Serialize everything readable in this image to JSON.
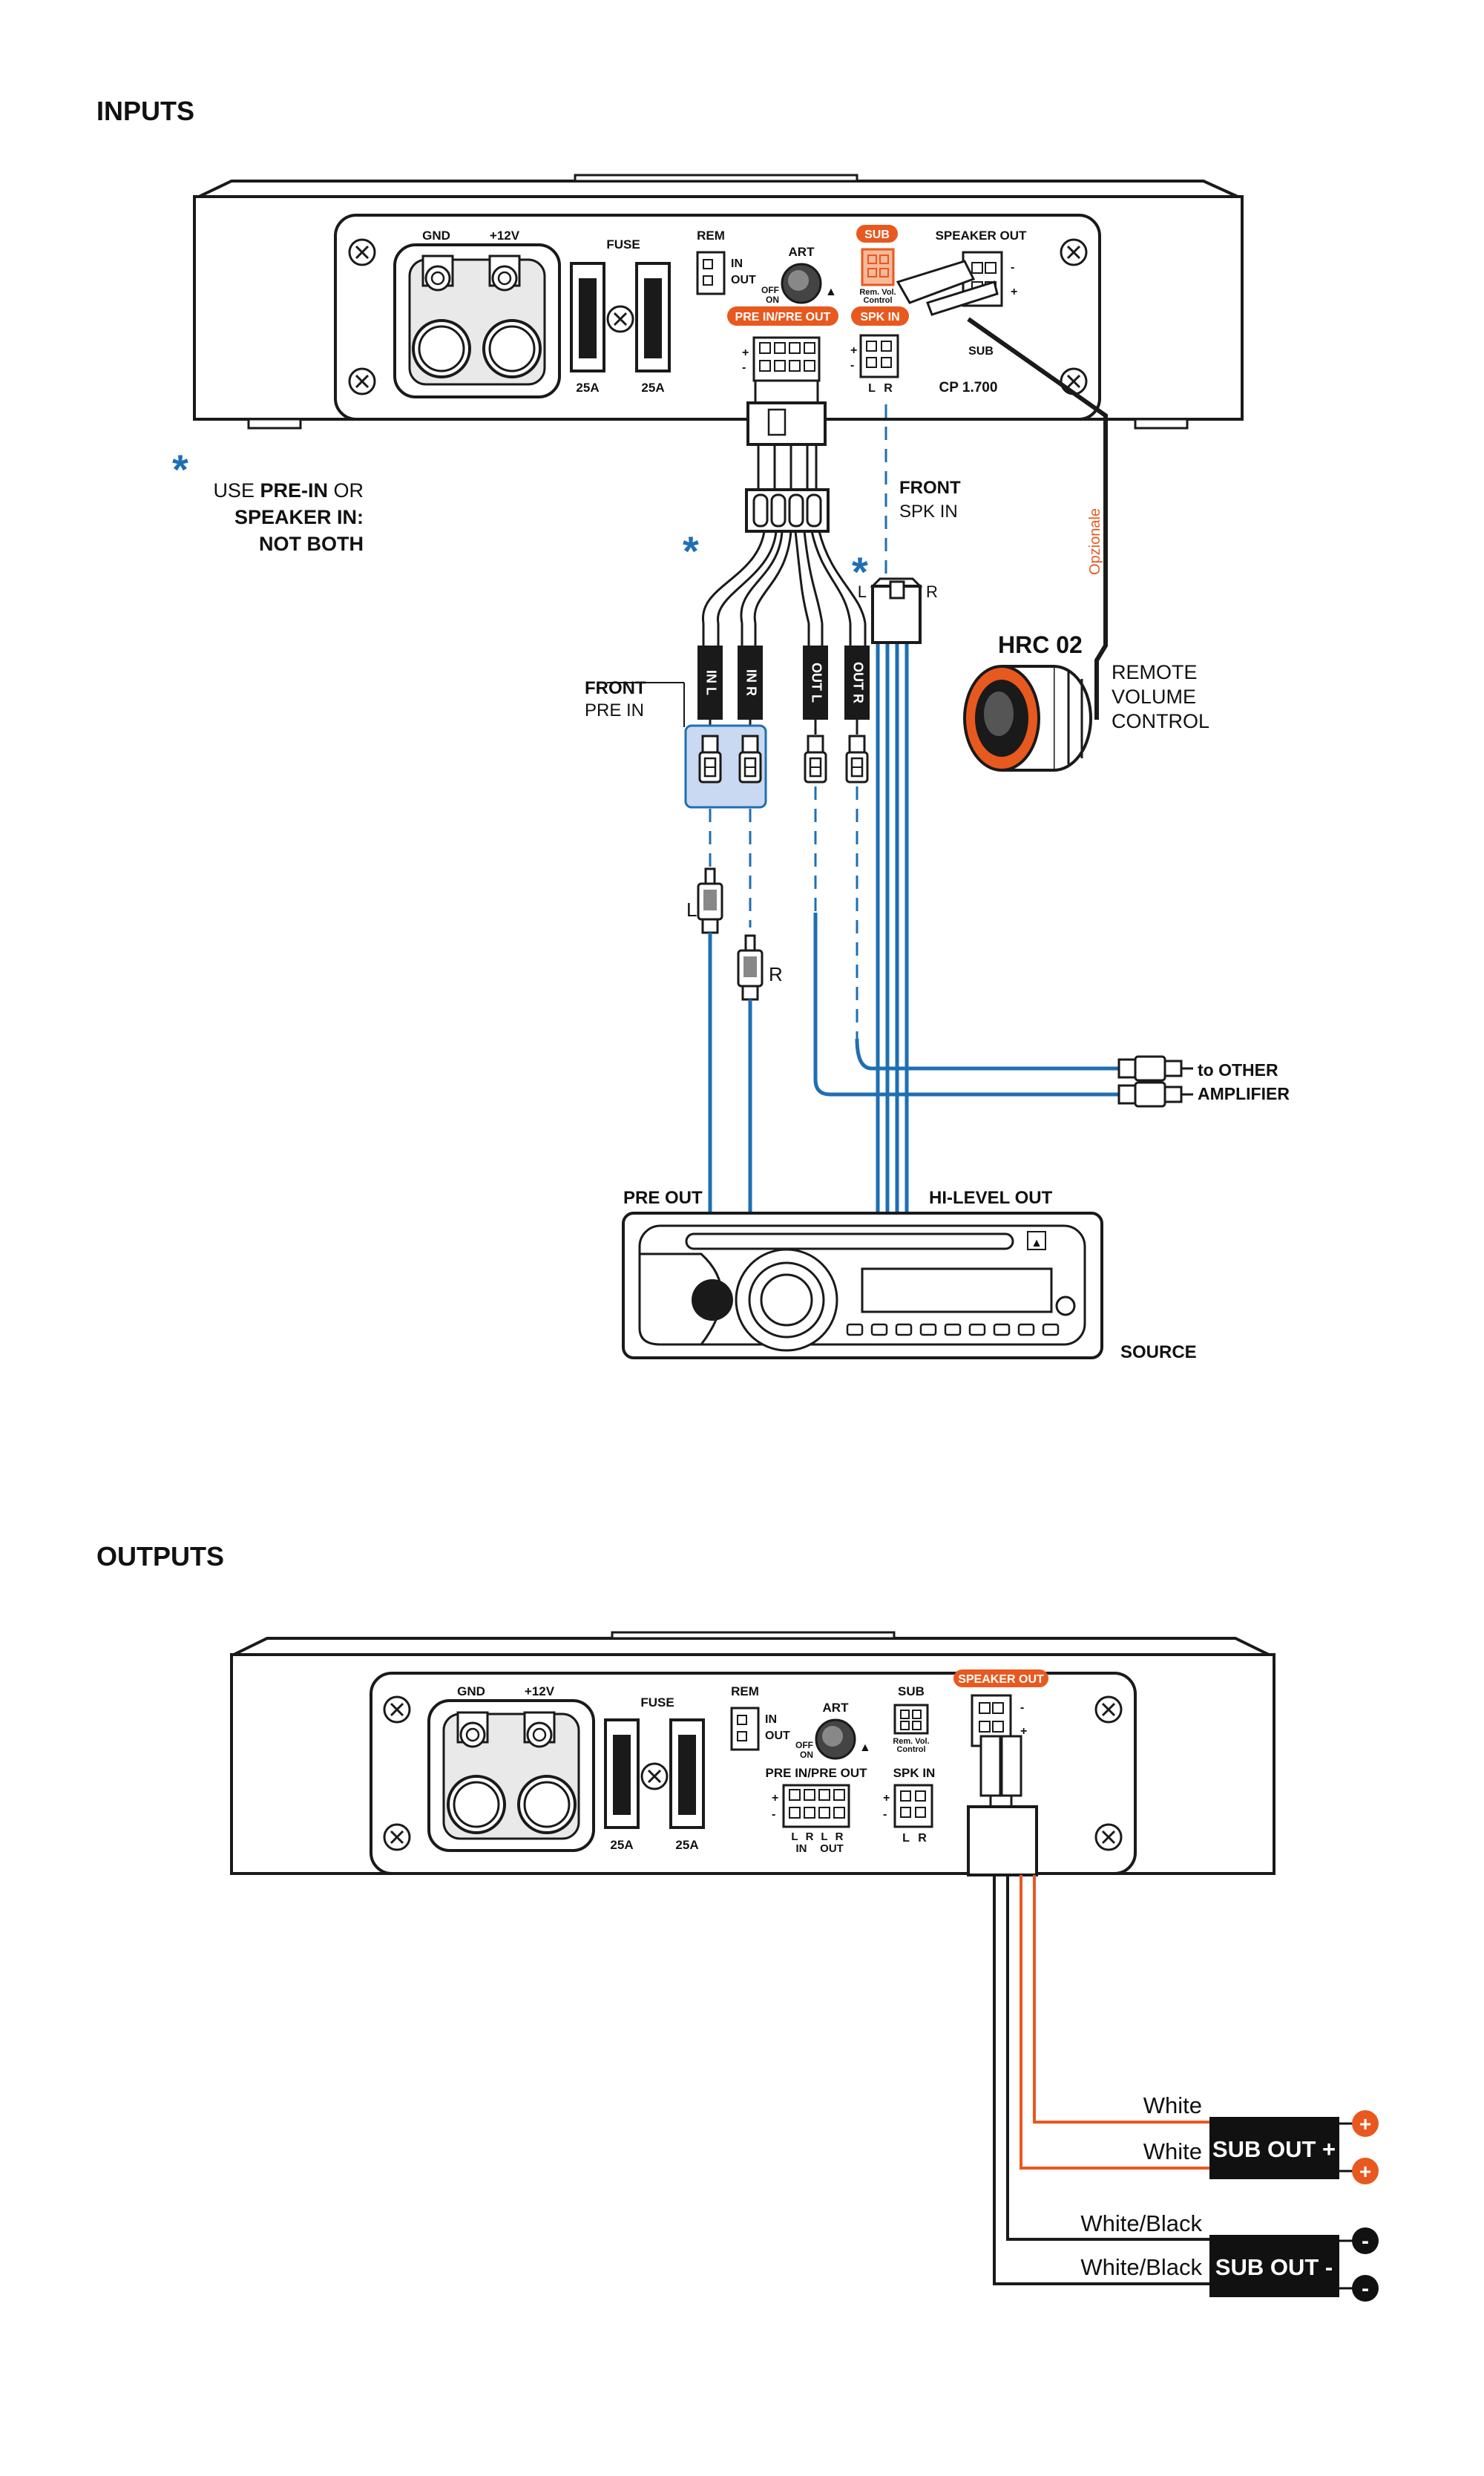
{
  "colors": {
    "line": "#1a1a1a",
    "blue": "#1e6fb3",
    "orange": "#e8591f",
    "highlight": "#c9d9f2",
    "fill_dark": "#111111"
  },
  "inputs": {
    "section_title": "INPUTS",
    "amp": {
      "gnd": "GND",
      "v12": "+12V",
      "fuse": "FUSE",
      "fuse_a": "25A",
      "fuse_b": "25A",
      "rem": "REM",
      "in": "IN",
      "out": "OUT",
      "art": "ART",
      "off": "OFF",
      "on": "ON",
      "pre_in_out": "PRE IN/PRE OUT",
      "sub": "SUB",
      "speaker_out": "SPEAKER OUT",
      "rem_vol": "Rem. Vol.",
      "control": "Control",
      "spk_in": "SPK IN",
      "sub_small": "SUB",
      "model": "CP 1.700",
      "l": "L",
      "r": "R",
      "plus": "+",
      "minus": "-"
    },
    "note": {
      "asterisk": "*",
      "line1_pre": "USE ",
      "line1_bold": "PRE-IN",
      "line1_post": " OR",
      "line2": "SPEAKER IN:",
      "line3": "NOT BOTH"
    },
    "front_spk_in": {
      "title": "FRONT",
      "sub": "SPK IN"
    },
    "front_pre_in": {
      "title": "FRONT",
      "sub": "PRE IN"
    },
    "cable_tags": [
      "IN L",
      "IN R",
      "OUT L",
      "OUT R"
    ],
    "rca_l": "L",
    "rca_r": "R",
    "harness": {
      "l": "L",
      "r": "R"
    },
    "opzionale": "Opzionale",
    "hrc": {
      "name": "HRC 02",
      "desc1": "REMOTE",
      "desc2": "VOLUME",
      "desc3": "CONTROL"
    },
    "to_other_1": "to OTHER",
    "to_other_2": "AMPLIFIER",
    "pre_out": "PRE OUT",
    "hi_level_out": "HI-LEVEL OUT",
    "source": "SOURCE"
  },
  "outputs": {
    "section_title": "OUTPUTS",
    "amp": {
      "gnd": "GND",
      "v12": "+12V",
      "fuse": "FUSE",
      "fuse_a": "25A",
      "fuse_b": "25A",
      "rem": "REM",
      "in": "IN",
      "out": "OUT",
      "art": "ART",
      "off": "OFF",
      "on": "ON",
      "pre_in_out": "PRE IN/PRE OUT",
      "sub": "SUB",
      "rem_vol": "Rem. Vol.",
      "control": "Control",
      "spk_in": "SPK IN",
      "speaker_out": "SPEAKER OUT",
      "l": "L",
      "r": "R",
      "in_bottom": "IN",
      "out_bottom": "OUT",
      "plus": "+",
      "minus": "-"
    },
    "wires": [
      "White",
      "White",
      "White/Black",
      "White/Black"
    ],
    "sub_out_plus": "SUB OUT +",
    "sub_out_minus": "SUB OUT -",
    "plus": "+",
    "minus": "-"
  }
}
